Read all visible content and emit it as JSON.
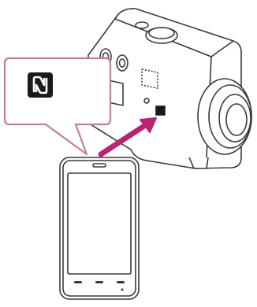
{
  "diagram": {
    "devices": [
      {
        "name": "action-camera",
        "icon": "camera-icon"
      },
      {
        "name": "smartphone",
        "icon": "smartphone-icon"
      }
    ],
    "callout": {
      "icon": "nfc-n-mark-icon"
    },
    "connection": {
      "icon": "arrow-icon",
      "direction": "smartphone-to-camera"
    },
    "colors": {
      "outline": "#3a3a3a",
      "callout_border": "#c77ba0",
      "arrow": "#b8246e",
      "nfc_mark": "#1a1a1a",
      "background": "#ffffff"
    }
  }
}
